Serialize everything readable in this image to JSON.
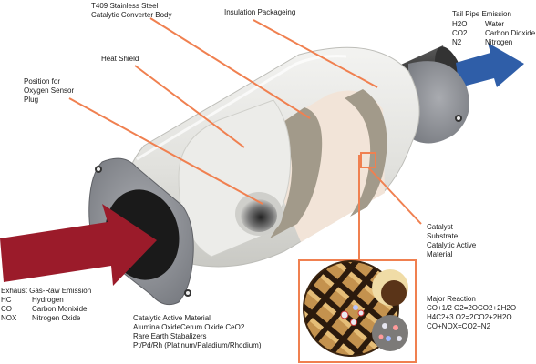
{
  "labels": {
    "converter_body": [
      "T409 Stainless Steel",
      "Catalytic Converter Body"
    ],
    "insulation": [
      "Insulation Packageing"
    ],
    "heat_shield": [
      "Heat Shield"
    ],
    "oxygen_sensor": [
      "Position for",
      "Oxygen Sensor",
      "Plug"
    ],
    "catalyst": [
      "Catalyst",
      "Substrate",
      "Catalytic Active",
      "Material"
    ],
    "active_material": [
      "Catalytic Active Material",
      "Alumina OxideCerum Oxide CeO2",
      "Rare Earth Stabalizers",
      "Pt/Pd/Rh (Platinum/Paladium/Rhodium)"
    ],
    "reaction": [
      "Major Reaction",
      "CO+1/2 O2=2OCO2+2H2O",
      "H4C2+3 O2=2CO2+2H2O",
      "CO+NOX=CO2+N2"
    ]
  },
  "tailpipe": {
    "title": "Tail Pipe Emission",
    "rows": [
      {
        "formula": "H2O",
        "name": "Water"
      },
      {
        "formula": "CO2",
        "name": "Carbon Dioxide"
      },
      {
        "formula": "N2",
        "name": "Nitrogen"
      }
    ]
  },
  "exhaust": {
    "title": "Exhaust Gas-Raw Emission",
    "rows": [
      {
        "formula": "HC",
        "name": "Hydrogen"
      },
      {
        "formula": "CO",
        "name": "Carbon Monixide"
      },
      {
        "formula": "NOX",
        "name": "Nitrogen Oxide"
      }
    ]
  },
  "colors": {
    "leader": "#f08050",
    "inflow_arrow": "#9b1b2a",
    "outflow_arrow": "#2f5ea8",
    "shell": "#e6e6e2",
    "insulation": "#f2e4d8",
    "substrate": "#a29a8a"
  }
}
